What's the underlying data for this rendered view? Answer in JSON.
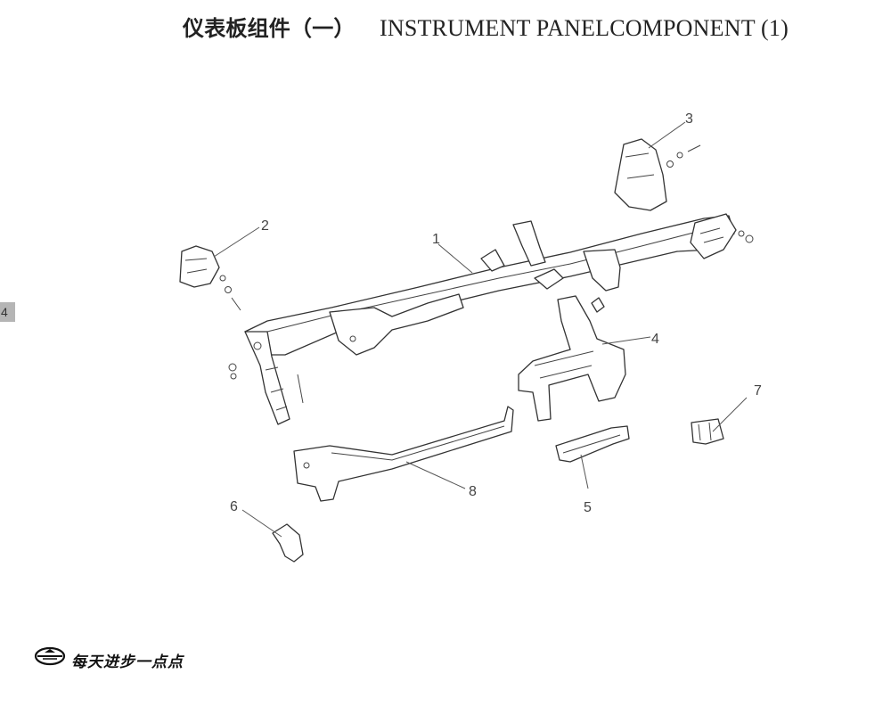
{
  "title": {
    "zh": "仪表板组件（一）",
    "en": "INSTRUMENT PANELCOMPONENT (1)"
  },
  "page_tab": "4",
  "callouts": [
    "1",
    "2",
    "3",
    "4",
    "5",
    "6",
    "7",
    "8"
  ],
  "footer": {
    "logo_icon": "vehicle-brand-logo-icon",
    "slogan": "每天进步一点点"
  }
}
